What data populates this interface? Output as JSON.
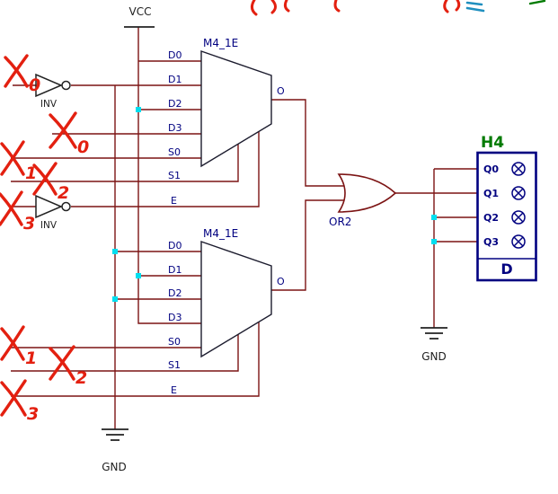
{
  "power": {
    "vcc_label": "VCC",
    "gnd_left_label": "GND",
    "gnd_right_label": "GND"
  },
  "inverters": {
    "top_label": "INV",
    "bottom_label": "INV"
  },
  "mux_top": {
    "name": "M4_1E",
    "pin_labels": [
      "D0",
      "D1",
      "D2",
      "D3",
      "S0",
      "S1",
      "E"
    ],
    "output_label": "O"
  },
  "mux_bottom": {
    "name": "M4_1E",
    "pin_labels": [
      "D0",
      "D1",
      "D2",
      "D3",
      "S0",
      "S1",
      "E"
    ],
    "output_label": "O"
  },
  "or_gate": {
    "label": "OR2"
  },
  "display": {
    "title": "H4",
    "row_labels": [
      "Q0",
      "Q1",
      "Q2",
      "Q3"
    ],
    "footer_label": "D"
  },
  "annotations": {
    "items": [
      {
        "base": "X",
        "sub": "0"
      },
      {
        "base": "X",
        "sub": "0"
      },
      {
        "base": "X",
        "sub": "1"
      },
      {
        "base": "X",
        "sub": "2"
      },
      {
        "base": "X",
        "sub": "3"
      },
      {
        "base": "X",
        "sub": "1"
      },
      {
        "base": "X",
        "sub": "2"
      },
      {
        "base": "X",
        "sub": "3"
      }
    ]
  },
  "colors": {
    "wire": "#7c1414",
    "symbol_outline": "#222222",
    "pin_label": "#000080",
    "display_border": "#000080",
    "display_title": "#007a00",
    "annotation_ink": "#e32010",
    "junction_dot": "#00dff0",
    "background": "#ffffff"
  }
}
